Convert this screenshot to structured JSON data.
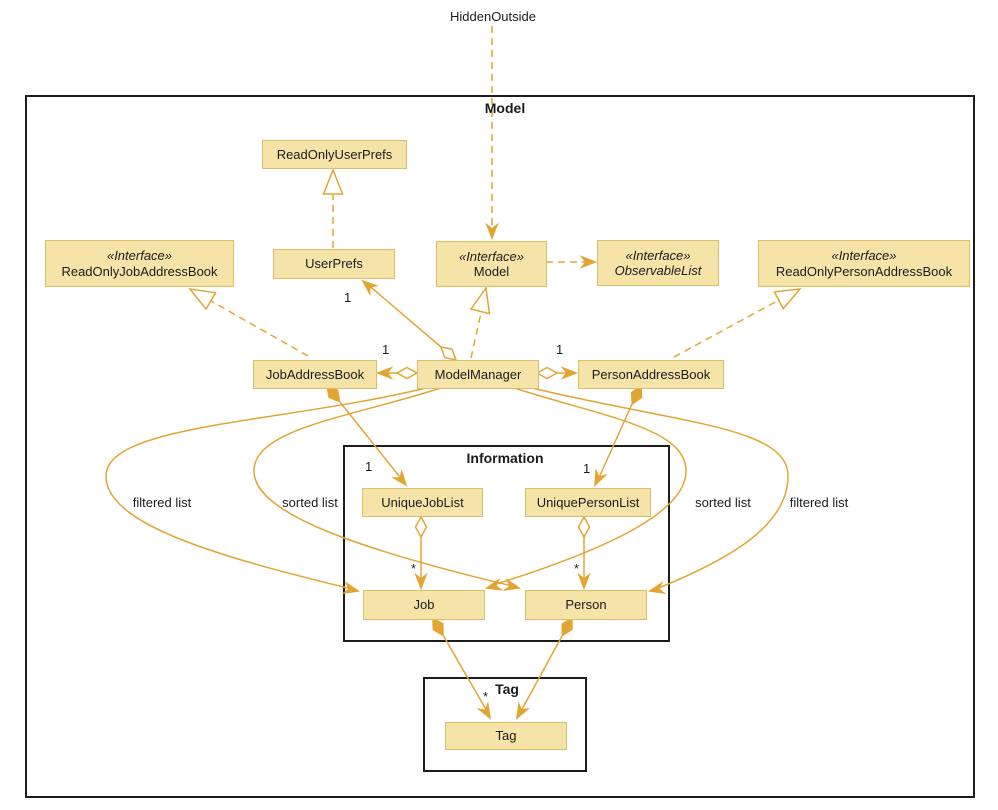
{
  "outside": {
    "label": "HiddenOutside"
  },
  "frames": {
    "model": {
      "title": "Model"
    },
    "information": {
      "title": "Information"
    },
    "tag": {
      "title": "Tag"
    }
  },
  "classes": {
    "readOnlyUserPrefs": {
      "name": "ReadOnlyUserPrefs"
    },
    "userPrefs": {
      "name": "UserPrefs"
    },
    "readOnlyJobAddressBook": {
      "stereotype": "«Interface»",
      "name": "ReadOnlyJobAddressBook"
    },
    "model": {
      "stereotype": "«Interface»",
      "name": "Model"
    },
    "observableList": {
      "stereotype": "«Interface»",
      "name": "ObservableList"
    },
    "readOnlyPersonAddressBook": {
      "stereotype": "«Interface»",
      "name": "ReadOnlyPersonAddressBook"
    },
    "jobAddressBook": {
      "name": "JobAddressBook"
    },
    "modelManager": {
      "name": "ModelManager"
    },
    "personAddressBook": {
      "name": "PersonAddressBook"
    },
    "uniqueJobList": {
      "name": "UniqueJobList"
    },
    "uniquePersonList": {
      "name": "UniquePersonList"
    },
    "job": {
      "name": "Job"
    },
    "person": {
      "name": "Person"
    },
    "tag": {
      "name": "Tag"
    }
  },
  "edgeLabels": {
    "filteredListLeft": "filtered list",
    "sortedListLeft": "sorted list",
    "sortedListRight": "sorted list",
    "filteredListRight": "filtered list"
  },
  "multiplicities": {
    "userPrefs": "1",
    "jobAddressBook": "1",
    "personAddressBook": "1",
    "uniqueJobList": "1",
    "uniquePersonList": "1",
    "jobMany": "*",
    "personMany": "*",
    "tagMany": "*"
  },
  "colors": {
    "boxFill": "#F5E3A8",
    "boxBorder": "#D9BE6B",
    "edge": "#E3A532",
    "frame": "#1C1C1C"
  }
}
